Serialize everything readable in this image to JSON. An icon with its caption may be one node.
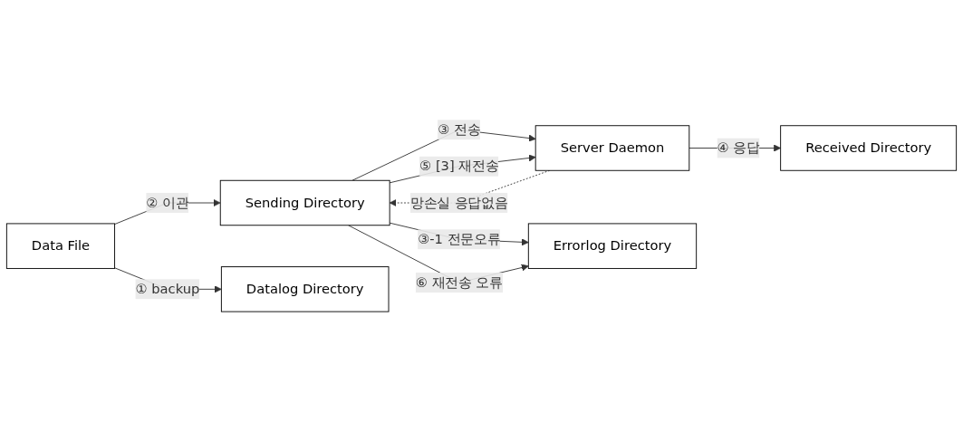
{
  "diagram": {
    "nodes": [
      {
        "text": [
          "Data File"
        ]
      },
      {
        "text": [
          "Sending Directory"
        ]
      },
      {
        "text": [
          "Server Daemon"
        ]
      },
      {
        "text": [
          "Datalog Directory"
        ]
      },
      {
        "text": [
          "Errorlog Directory"
        ]
      },
      {
        "text": [
          "Received Directory"
        ]
      }
    ],
    "edges": [
      {
        "from": 0,
        "to": 1,
        "arrow": "to",
        "label": "② 이관"
      },
      {
        "from": 0,
        "to": 3,
        "arrow": "to",
        "label": "① backup"
      },
      {
        "from": 1,
        "to": 2,
        "arrow": "to",
        "label": "③ 전송"
      },
      {
        "from": 2,
        "to": 1,
        "arrow": "to",
        "label": "망손실 응답없음",
        "style": "dashed"
      },
      {
        "from": 1,
        "to": 2,
        "arrow": "to",
        "label": "⑤ [3] 재전송"
      },
      {
        "from": 1,
        "to": 4,
        "arrow": "to",
        "label": "③-1 전문오류"
      },
      {
        "from": 1,
        "to": 4,
        "arrow": "to",
        "label": "⑥ 재전송 오류"
      },
      {
        "from": 2,
        "to": 5,
        "arrow": "to",
        "label": "④ 응답"
      }
    ]
  }
}
